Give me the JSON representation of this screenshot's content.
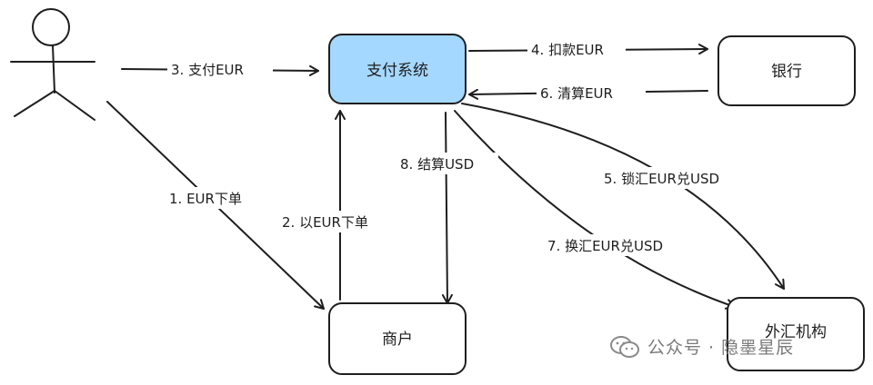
{
  "nodes": {
    "payment_system": "支付系统",
    "bank": "银行",
    "merchant": "商户",
    "fx_institution": "外汇机构"
  },
  "edges": {
    "e1": "1. EUR下单",
    "e2": "2. 以EUR下单",
    "e3": "3. 支付EUR",
    "e4": "4. 扣款EUR",
    "e5": "5. 锁汇EUR兑USD",
    "e6": "6. 清算EUR",
    "e7": "7. 换汇EUR兑USD",
    "e8": "8. 结算USD"
  },
  "watermark": {
    "text": "公众号 · 隐墨星辰",
    "icon": "wechat-icon"
  },
  "colors": {
    "primary_fill": "#a5d8ff",
    "stroke": "#1e1e1e",
    "watermark": "#7a7a7a"
  }
}
